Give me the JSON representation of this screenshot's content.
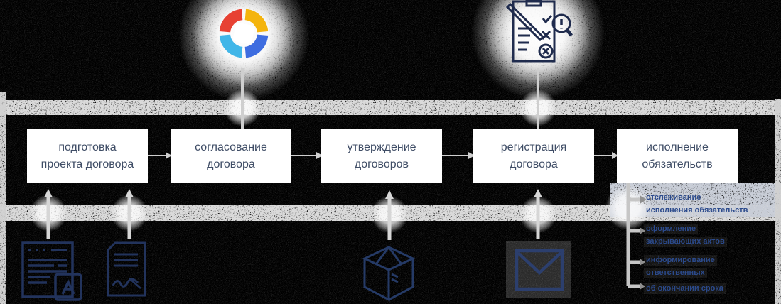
{
  "diagram": {
    "title": "contract-workflow",
    "stages": [
      {
        "label": "подготовка проекта договора"
      },
      {
        "label": "согласование договора"
      },
      {
        "label": "утверждение договоров"
      },
      {
        "label": "регистрация договора"
      },
      {
        "label": "исполнение обязательств"
      }
    ],
    "execution_tasks": [
      {
        "lines": [
          "отслеживание",
          "исполнения обязательств"
        ]
      },
      {
        "lines": [
          "оформление",
          "закрывающих актов"
        ]
      },
      {
        "lines": [
          "информирование",
          "ответственных"
        ]
      },
      {
        "lines": [
          "об окончании срока"
        ]
      }
    ],
    "icons": {
      "top": [
        "cycle-arrows-icon",
        "contract-review-icon"
      ],
      "bottom": [
        "document-template-icon",
        "signed-document-icon",
        "package-icon",
        "envelope-icon"
      ]
    }
  },
  "colors": {
    "background": "#000000",
    "box": "#ffffff",
    "stage_text": "#3f4d66",
    "task_text": "#2b4a8c",
    "connector_gray": "#cfcfcf",
    "icon_navy": "#22335c",
    "cycle_red": "#e74133",
    "cycle_yellow": "#f4b40d",
    "cycle_blue": "#3e6de0",
    "cycle_lightblue": "#41b6e8"
  }
}
